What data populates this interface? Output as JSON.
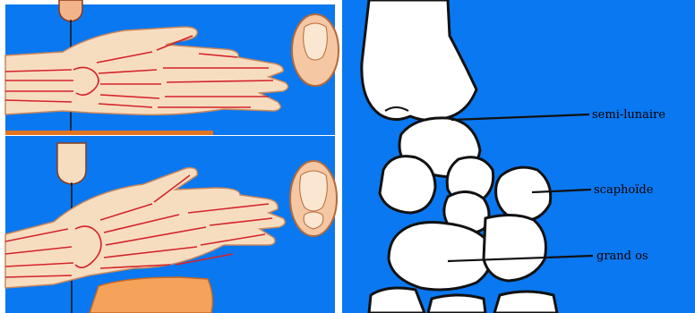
{
  "labels": {
    "semi_lunaire": "semi-lunaire",
    "scaphoide": "scaphoïde",
    "grand_os": "grand os"
  },
  "colors": {
    "background_blue": "#0a78f0",
    "skin": "#f7ddc0",
    "bone_line": "#d4232a",
    "beam_orange": "#e2731f",
    "plate_blue": "#1f9be0",
    "bone_white": "#ffffff",
    "outline": "#111111"
  }
}
